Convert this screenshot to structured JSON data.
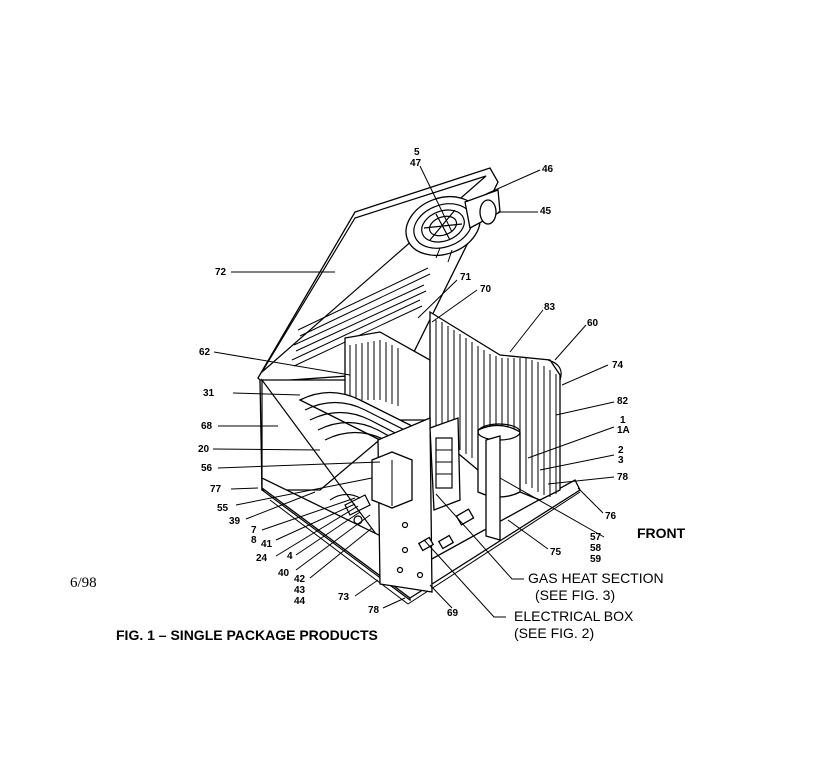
{
  "diagram": {
    "date_code": "6/98",
    "caption": "FIG. 1 – SINGLE PACKAGE PRODUCTS",
    "front_label": "FRONT",
    "callouts": {
      "gas_heat_line1": "GAS HEAT SECTION",
      "gas_heat_line2": "(SEE FIG. 3)",
      "electrical_line1": "ELECTRICAL BOX",
      "electrical_line2": "(SEE FIG. 2)"
    },
    "part_numbers": {
      "p5": "5",
      "p47": "47",
      "p46": "46",
      "p45": "45",
      "p72": "72",
      "p71": "71",
      "p70": "70",
      "p83": "83",
      "p60": "60",
      "p62": "62",
      "p74": "74",
      "p31": "31",
      "p82": "82",
      "p1": "1",
      "p1A": "1A",
      "p68": "68",
      "p20": "20",
      "p2": "2",
      "p3": "3",
      "p78a": "78",
      "p56": "56",
      "p77": "77",
      "p55": "55",
      "p39": "39",
      "p7": "7",
      "p8": "8",
      "p41": "41",
      "p24": "24",
      "p4": "4",
      "p40": "40",
      "p42": "42",
      "p43": "43",
      "p44": "44",
      "p73": "73",
      "p78b": "78",
      "p69": "69",
      "p75": "75",
      "p76": "76",
      "p57": "57",
      "p58": "58",
      "p59": "59"
    }
  }
}
